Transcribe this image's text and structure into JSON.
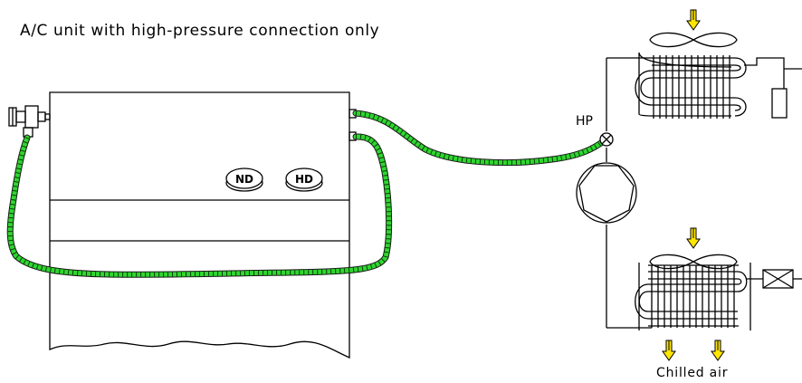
{
  "title": "A/C unit with high-pressure connection only",
  "station": {
    "low_pressure_gauge": "ND",
    "high_pressure_gauge": "HD"
  },
  "circuit": {
    "hp_label": "HP",
    "airflow_label": "Chilled air"
  },
  "colors": {
    "hose": "#2fd62f",
    "airflow_arrow": "#ffe600",
    "lines": "#000000"
  }
}
